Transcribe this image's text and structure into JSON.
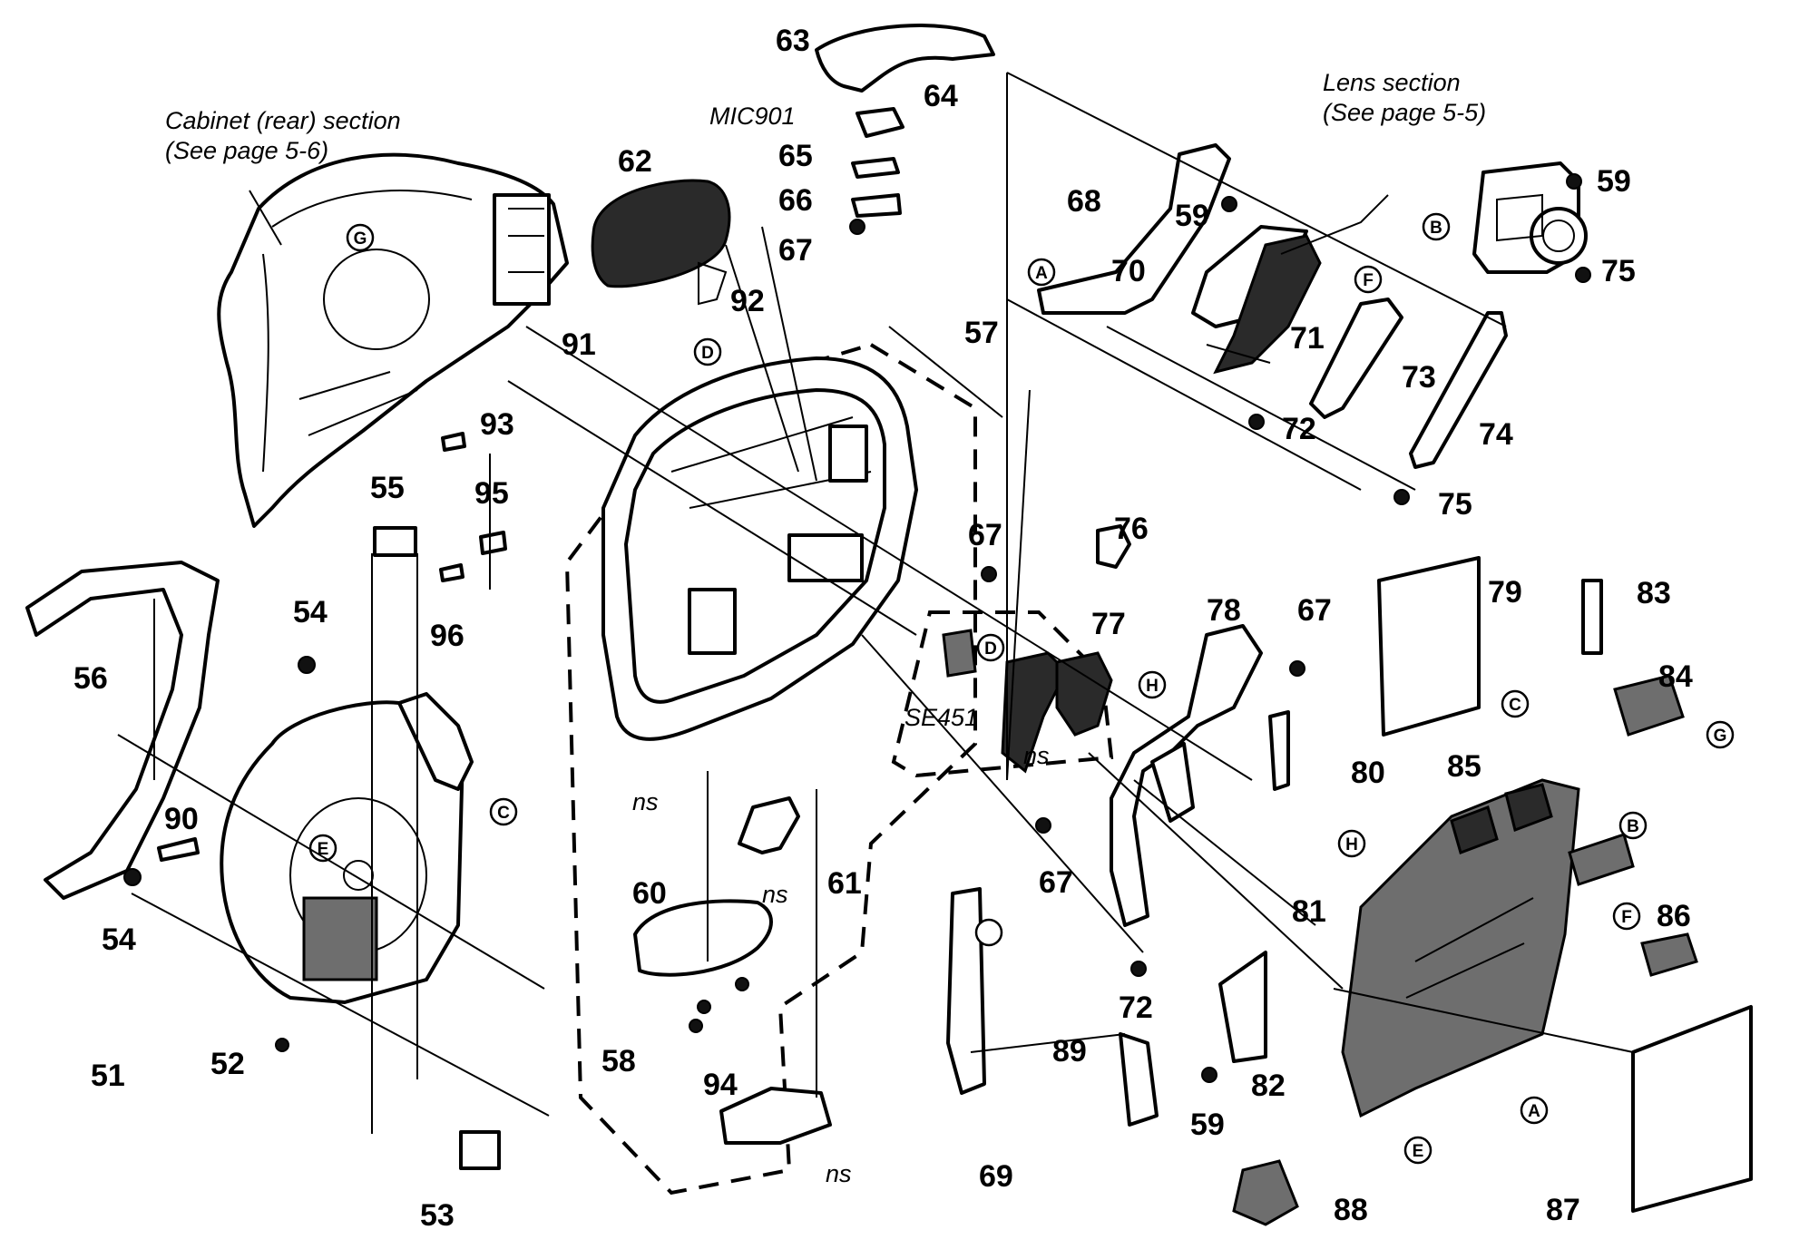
{
  "section_labels": {
    "cabinet_rear_1": "Cabinet (rear) section",
    "cabinet_rear_2": "(See page 5-6)",
    "lens_1": "Lens section",
    "lens_2": "(See page 5-5)"
  },
  "ref_labels": {
    "mic901": "MIC901",
    "se451": "SE451"
  },
  "ns_label": "ns",
  "connector_letters": {
    "A": "A",
    "B": "B",
    "C": "C",
    "D": "D",
    "E": "E",
    "F": "F",
    "G": "G",
    "H": "H"
  },
  "part_numbers": {
    "p51": "51",
    "p52": "52",
    "p53": "53",
    "p54": "54",
    "p55": "55",
    "p56": "56",
    "p57": "57",
    "p58": "58",
    "p59": "59",
    "p60": "60",
    "p61": "61",
    "p62": "62",
    "p63": "63",
    "p64": "64",
    "p65": "65",
    "p66": "66",
    "p67": "67",
    "p68": "68",
    "p69": "69",
    "p70": "70",
    "p71": "71",
    "p72": "72",
    "p73": "73",
    "p74": "74",
    "p75": "75",
    "p76": "76",
    "p77": "77",
    "p78": "78",
    "p79": "79",
    "p80": "80",
    "p81": "81",
    "p82": "82",
    "p83": "83",
    "p84": "84",
    "p85": "85",
    "p86": "86",
    "p87": "87",
    "p88": "88",
    "p89": "89",
    "p90": "90",
    "p91": "91",
    "p92": "92",
    "p93": "93",
    "p94": "94",
    "p95": "95",
    "p96": "96"
  }
}
